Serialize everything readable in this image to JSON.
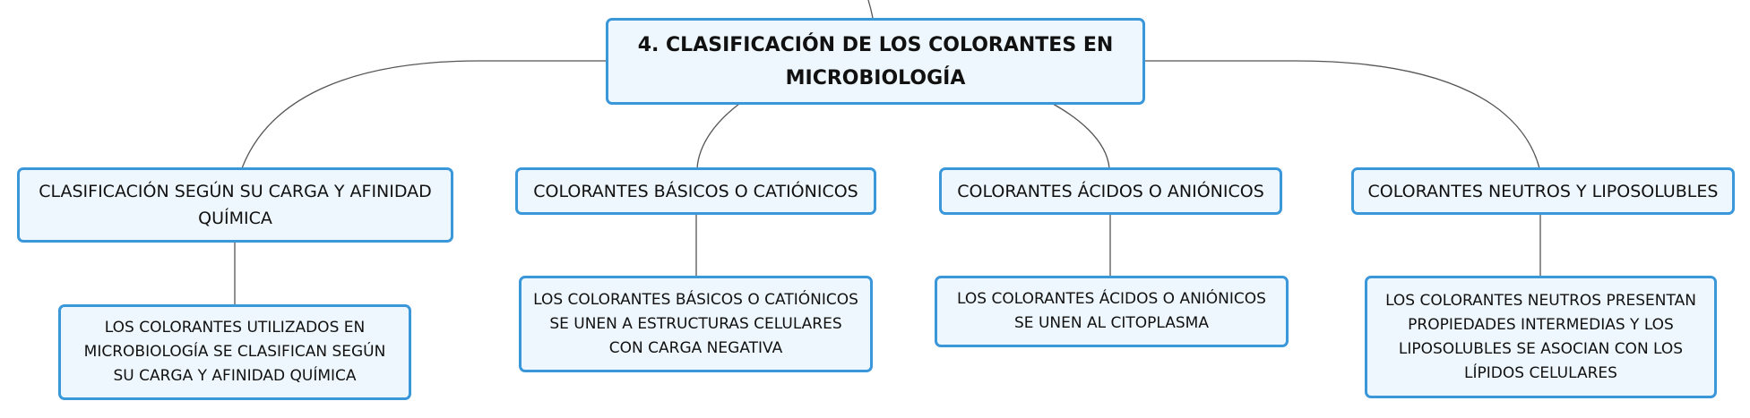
{
  "central": {
    "label": "4. CLASIFICACIÓN DE LOS COLORANTES EN MICROBIOLOGÍA"
  },
  "branches": [
    {
      "label": "CLASIFICACIÓN SEGÚN SU CARGA Y AFINIDAD QUÍMICA",
      "child": "LOS COLORANTES UTILIZADOS EN MICROBIOLOGÍA SE CLASIFICAN SEGÚN SU CARGA Y AFINIDAD QUÍMICA"
    },
    {
      "label": "COLORANTES BÁSICOS O CATIÓNICOS",
      "child": "LOS COLORANTES BÁSICOS O CATIÓNICOS SE UNEN A ESTRUCTURAS CELULARES CON CARGA NEGATIVA"
    },
    {
      "label": "COLORANTES ÁCIDOS O ANIÓNICOS",
      "child": "LOS COLORANTES ÁCIDOS O ANIÓNICOS SE UNEN AL CITOPLASMA"
    },
    {
      "label": "COLORANTES NEUTROS Y LIPOSOLUBLES",
      "child": "LOS COLORANTES NEUTROS PRESENTAN PROPIEDADES INTERMEDIAS Y LOS LIPOSOLUBLES SE ASOCIAN CON LOS LÍPIDOS CELULARES"
    }
  ]
}
